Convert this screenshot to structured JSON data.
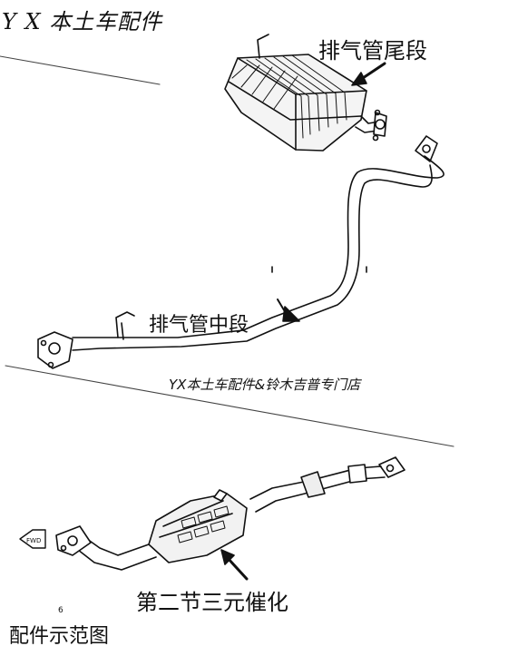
{
  "brand": "Y X 本土车配件",
  "labels": {
    "tail_section": "排气管尾段",
    "middle_section": "排气管中段",
    "catalytic_section": "第二节三元催化"
  },
  "shop_name": "YX本土车配件&铃木吉普专门店",
  "caption": "配件示范图",
  "page_number": "6",
  "fwd_marker": "FWD",
  "colors": {
    "line": "#111111",
    "background": "#ffffff",
    "divider": "#444444"
  }
}
